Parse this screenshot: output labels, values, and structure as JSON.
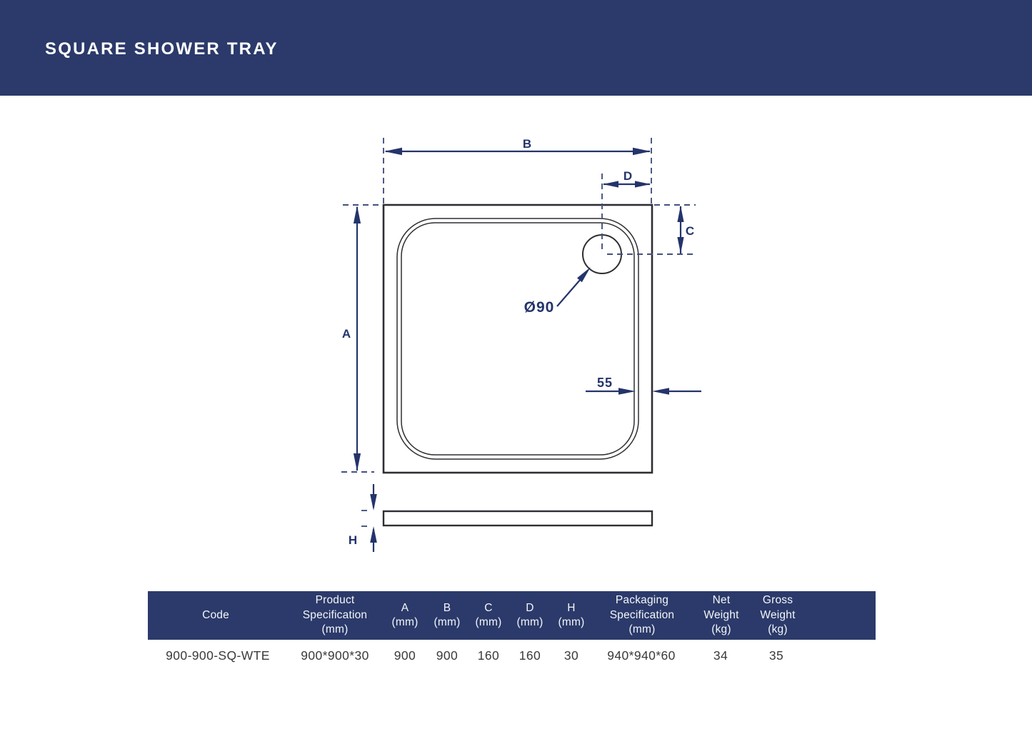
{
  "header": {
    "title": "SQUARE SHOWER TRAY"
  },
  "colors": {
    "navy_bar": "#2b3a6a",
    "dimension_navy": "#24346b",
    "drawing_line": "#2e2e33",
    "table_header_bg": "#2b3a6a",
    "table_header_text": "#f4f6f9",
    "table_row_text": "#3a3a3a",
    "page_background": "#ffffff"
  },
  "diagram": {
    "labels": {
      "width_b": "B",
      "drain_offset_d": "D",
      "drain_offset_c": "C",
      "depth_a": "A",
      "drain_diameter": "Ø90",
      "wall_gap": "55",
      "height_h": "H"
    }
  },
  "table": {
    "columns": [
      {
        "id": "code",
        "label": "Code"
      },
      {
        "id": "prod_spec",
        "label": "Product\nSpecification\n(mm)"
      },
      {
        "id": "a",
        "label": "A\n(mm)"
      },
      {
        "id": "b",
        "label": "B\n(mm)"
      },
      {
        "id": "c",
        "label": "C\n(mm)"
      },
      {
        "id": "d",
        "label": "D\n(mm)"
      },
      {
        "id": "h",
        "label": "H\n(mm)"
      },
      {
        "id": "pack_spec",
        "label": "Packaging\nSpecification\n(mm)"
      },
      {
        "id": "net_weight",
        "label": "Net\nWeight\n(kg)"
      },
      {
        "id": "gross_weight",
        "label": "Gross\nWeight\n(kg)"
      }
    ],
    "rows": [
      {
        "cells": [
          "900-900-SQ-WTE",
          "900*900*30",
          "900",
          "900",
          "160",
          "160",
          "30",
          "940*940*60",
          "34",
          "35"
        ]
      }
    ]
  }
}
